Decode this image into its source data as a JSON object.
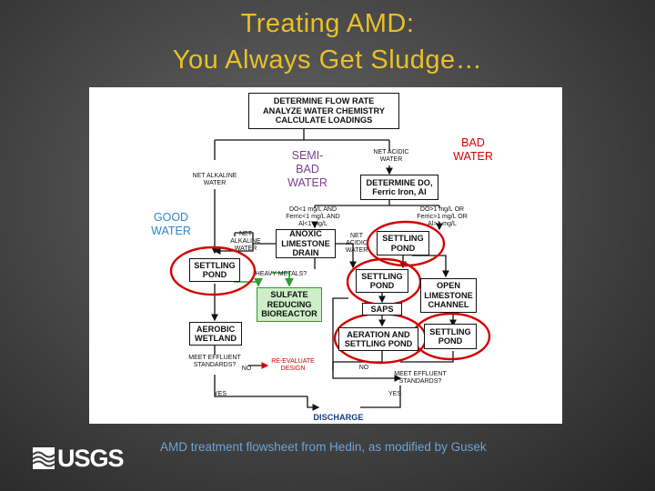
{
  "slide": {
    "title_line1": "Treating AMD:",
    "title_line2": "You Always Get Sludge…",
    "caption": "AMD treatment flowsheet from Hedin, as modified by Gusek",
    "logo_text": "USGS",
    "colors": {
      "title": "#e8c02a",
      "caption": "#6da3d6",
      "circle": "#d40000",
      "good": "#2f86c9",
      "semibad": "#7a3f8f",
      "bad": "#d40000",
      "green": "#2e9e2e"
    }
  },
  "flowsheet": {
    "boxes": {
      "determine": "DETERMINE FLOW RATE\nANALYZE WATER CHEMISTRY\nCALCULATE LOADINGS",
      "determine_do": "DETERMINE DO,\nFerric Iron, Al",
      "anoxic": "ANOXIC\nLIMESTONE\nDRAIN",
      "settling_left": "SETTLING\nPOND",
      "settling_top_right": "SETTLING\nPOND",
      "settling_mid": "SETTLING\nPOND",
      "saps": "SAPS",
      "open_limestone": "OPEN\nLIMESTONE\nCHANNEL",
      "sulfate": "SULFATE\nREDUCING\nBIOREACTOR",
      "aerobic": "AEROBIC\nWETLAND",
      "aeration": "AERATION AND\nSETTLING POND",
      "settling_right": "SETTLING\nPOND",
      "discharge": "DISCHARGE"
    },
    "labels": {
      "good_water": "GOOD\nWATER",
      "semibad_water": "SEMI-\nBAD\nWATER",
      "bad_water": "BAD\nWATER",
      "net_alkaline": "NET ALKALINE\nWATER",
      "net_acidic": "NET ACIDIC\nWATER",
      "net_alkaline_small": "NET\nALKALINE\nWATER",
      "net_acidic_small": "NET\nACIDIC\nWATER",
      "do_low": "DO<1 mg/L AND\nFerric<1 mg/L AND\nAl<1 mg/L",
      "do_high": "DO>1 mg/L OR\nFerric>1 mg/L OR\nAl>1 mg/L",
      "heavy_metals": "HEAVY METALS?",
      "meet_effluent_left": "MEET EFFLUENT\nSTANDARDS?",
      "meet_effluent_right": "MEET EFFLUENT\nSTANDARDS?",
      "no_left": "NO",
      "no_mid": "NO",
      "yes_left": "YES",
      "yes_right": "YES",
      "reevaluate": "RE-EVALUATE\nDESIGN"
    }
  }
}
